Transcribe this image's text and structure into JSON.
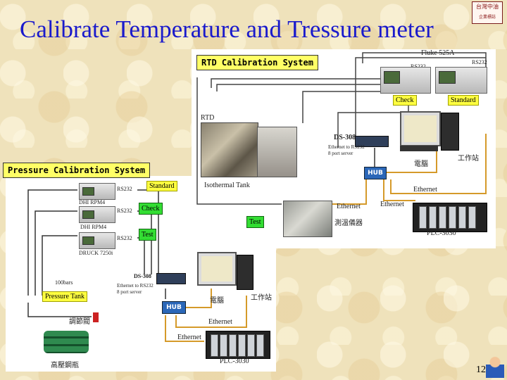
{
  "title": "Calibrate Temperature and Tressure meter",
  "logo_text": "台灣中油",
  "page_number": "12",
  "rtd_system": {
    "title": "RTD Calibration System",
    "labels": {
      "fluke": "Fluke 525A",
      "rs232_a": "RS232",
      "rs232_b": "RS232",
      "check": "Check",
      "standard": "Standard",
      "rtd": "RTD",
      "ds308": "DS-308",
      "ds308_desc": "Ethernet to RS232\n8 port server",
      "hub": "HUB",
      "ethernet_a": "Ethernet",
      "ethernet_b": "Ethernet",
      "ethernet_c": "Ethernet",
      "isothermal": "Isothermal Tank",
      "test": "Test",
      "plc": "PLC-3030",
      "pc_label": "電腦",
      "ws_label": "工作站",
      "meas_label": "測溫儀器"
    }
  },
  "pressure_system": {
    "title": "Pressure Calibration System",
    "labels": {
      "dhi_1": "DHI RPM4",
      "dhi_2": "DHI RPM4",
      "druck": "DRUCK 7250i",
      "rs232_1": "RS232",
      "rs232_2": "RS232",
      "rs232_3": "RS232",
      "standard": "Standard",
      "check": "Check",
      "test": "Test",
      "bars": "100bars",
      "pressure_tank": "Pressure Tank",
      "ds308": "DS-308",
      "ds308_desc": "Ethernet to RS232\n8 port server",
      "hub": "HUB",
      "ethernet_a": "Ethernet",
      "ethernet_b": "Ethernet",
      "plc": "PLC-3030",
      "pc_label": "電腦",
      "ws_label": "工作站",
      "valve_label": "調節閥",
      "bottle_label": "高壓鋼瓶"
    }
  }
}
